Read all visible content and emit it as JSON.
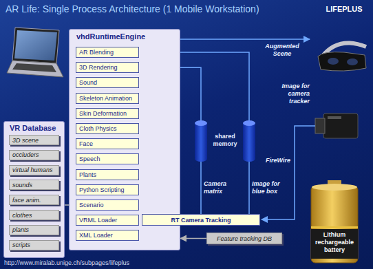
{
  "diagram": {
    "title": "AR Life: Single Process Architecture (1 Mobile Workstation)",
    "nodes": [
      {
        "text": [
          "vhdRuntimeEngine"
        ]
      },
      {
        "text": [
          "AR Blending"
        ],
        "in": 0
      },
      {
        "text": [
          "3D Rendering"
        ],
        "in": 0
      },
      {
        "text": [
          "Sound"
        ],
        "in": 0
      },
      {
        "text": [
          "Skeleton Animation"
        ],
        "in": 0
      },
      {
        "text": [
          "Skin Deformation"
        ],
        "in": 0
      },
      {
        "text": [
          "Cloth Physics"
        ],
        "in": 0
      },
      {
        "text": [
          "Face"
        ],
        "in": 0
      },
      {
        "text": [
          "Speech"
        ],
        "in": 0
      },
      {
        "text": [
          "Plants"
        ],
        "in": 0
      },
      {
        "text": [
          "Python Scripting"
        ],
        "in": 0
      },
      {
        "text": [
          "Scenario"
        ],
        "in": 0
      },
      {
        "text": [
          "VRML Loader"
        ],
        "in": 0
      },
      {
        "text": [
          "XML Loader"
        ],
        "in": 0
      },
      {
        "text": [
          "VR Database"
        ]
      },
      {
        "text": [
          "3D scene"
        ],
        "in": 14
      },
      {
        "text": [
          "occluders"
        ],
        "in": 14
      },
      {
        "text": [
          "virtual humans"
        ],
        "in": 14
      },
      {
        "text": [
          "sounds"
        ],
        "in": 14
      },
      {
        "text": [
          "face anim."
        ],
        "in": 14
      },
      {
        "text": [
          "clothes"
        ],
        "in": 14
      },
      {
        "text": [
          "plants"
        ],
        "in": 14
      },
      {
        "text": [
          "scripts"
        ],
        "in": 14
      },
      {
        "text": [
          "RT Camera Tracking"
        ]
      },
      {
        "text": [
          "Feature tracking DB"
        ]
      },
      {
        "text": [
          "Lithium rechargeable battery"
        ]
      }
    ],
    "edges": [
      {
        "from": 23,
        "to": 1,
        "arrow": "to",
        "label": "Image for blue box"
      },
      {
        "from": 23,
        "to": 2,
        "arrow": "to",
        "label": "Camera matrix"
      },
      {
        "from": 14,
        "to": 11,
        "arrow": "to"
      },
      {
        "from": 24,
        "to": 0,
        "arrow": "to"
      }
    ],
    "labels": [
      "Augmented Scene",
      "Image for camera tracker",
      "FireWire",
      "shared memory",
      "LIFEPLUS",
      "http://www.miralab.unige.ch/subpages/lifeplus"
    ]
  }
}
